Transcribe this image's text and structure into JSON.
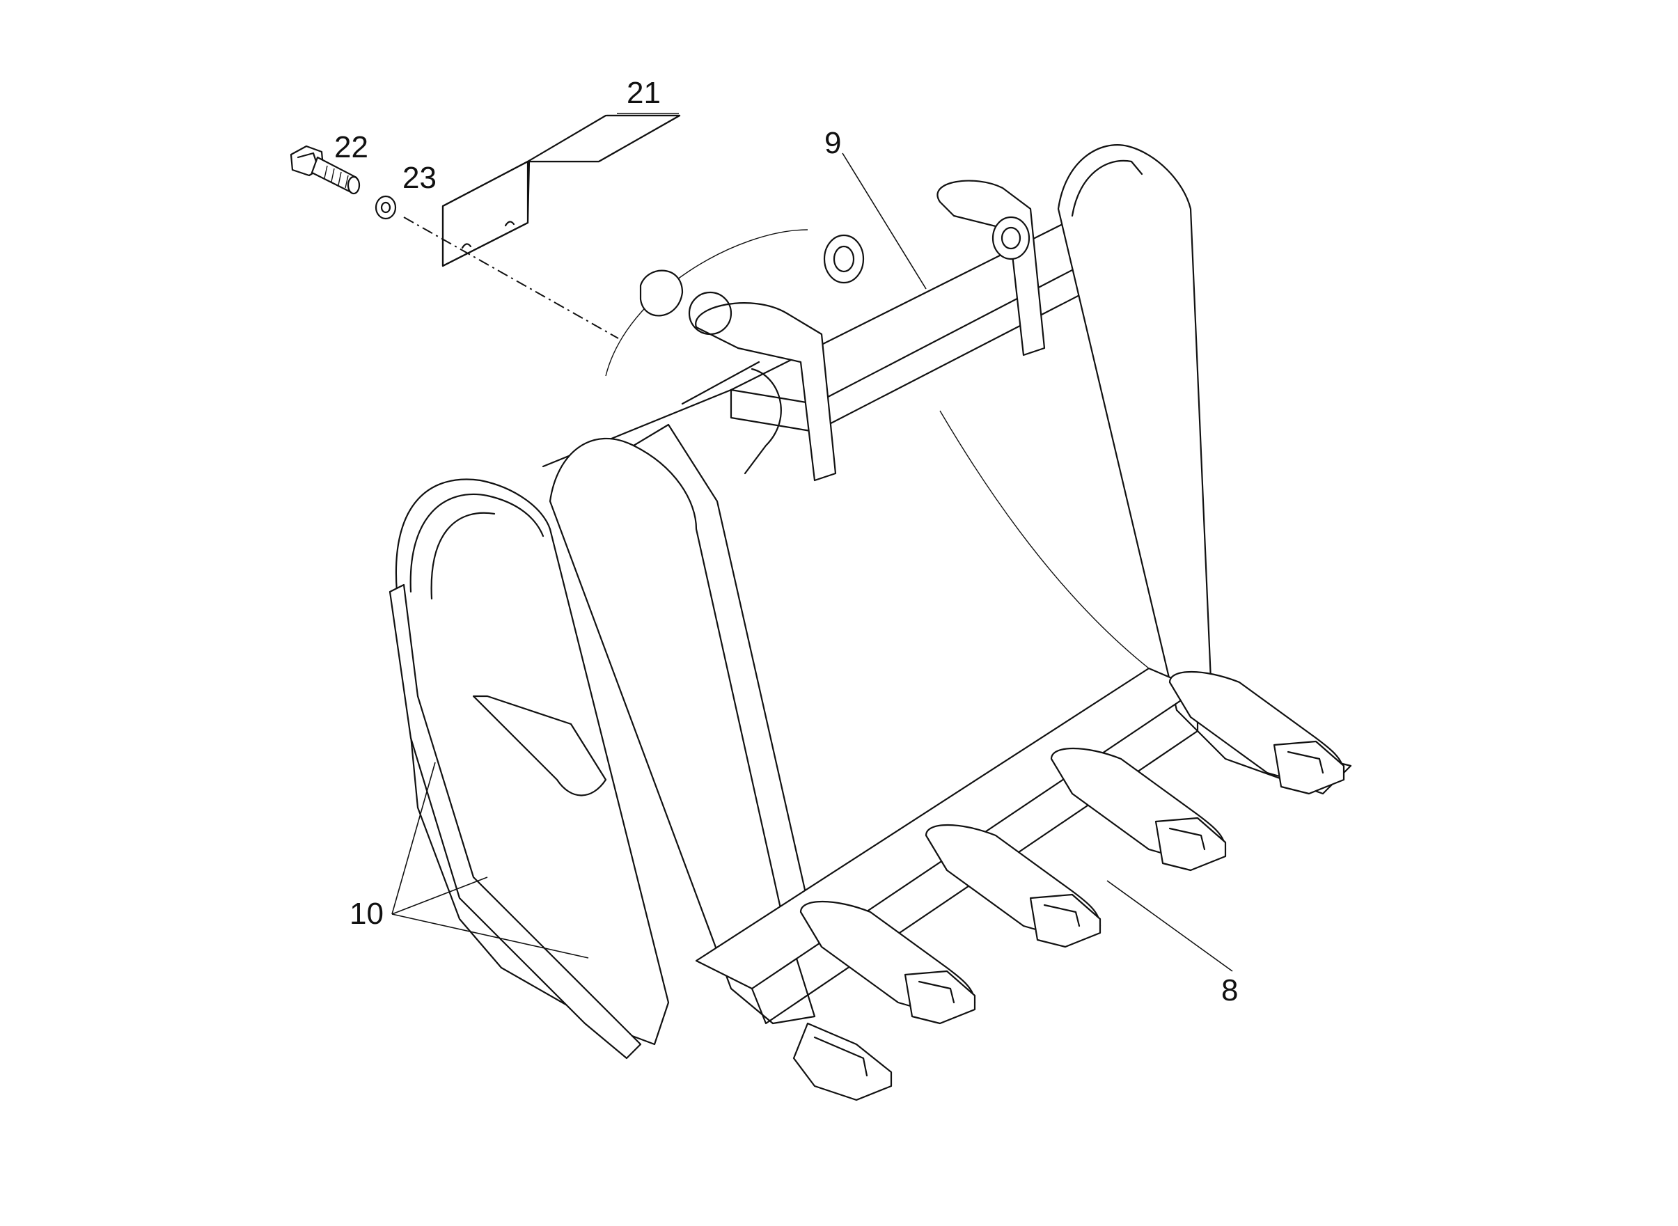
{
  "callouts": [
    {
      "id": "c8",
      "label": "8"
    },
    {
      "id": "c9",
      "label": "9"
    },
    {
      "id": "c10",
      "label": "10"
    },
    {
      "id": "c21",
      "label": "21"
    },
    {
      "id": "c22",
      "label": "22"
    },
    {
      "id": "c23",
      "label": "23"
    }
  ]
}
